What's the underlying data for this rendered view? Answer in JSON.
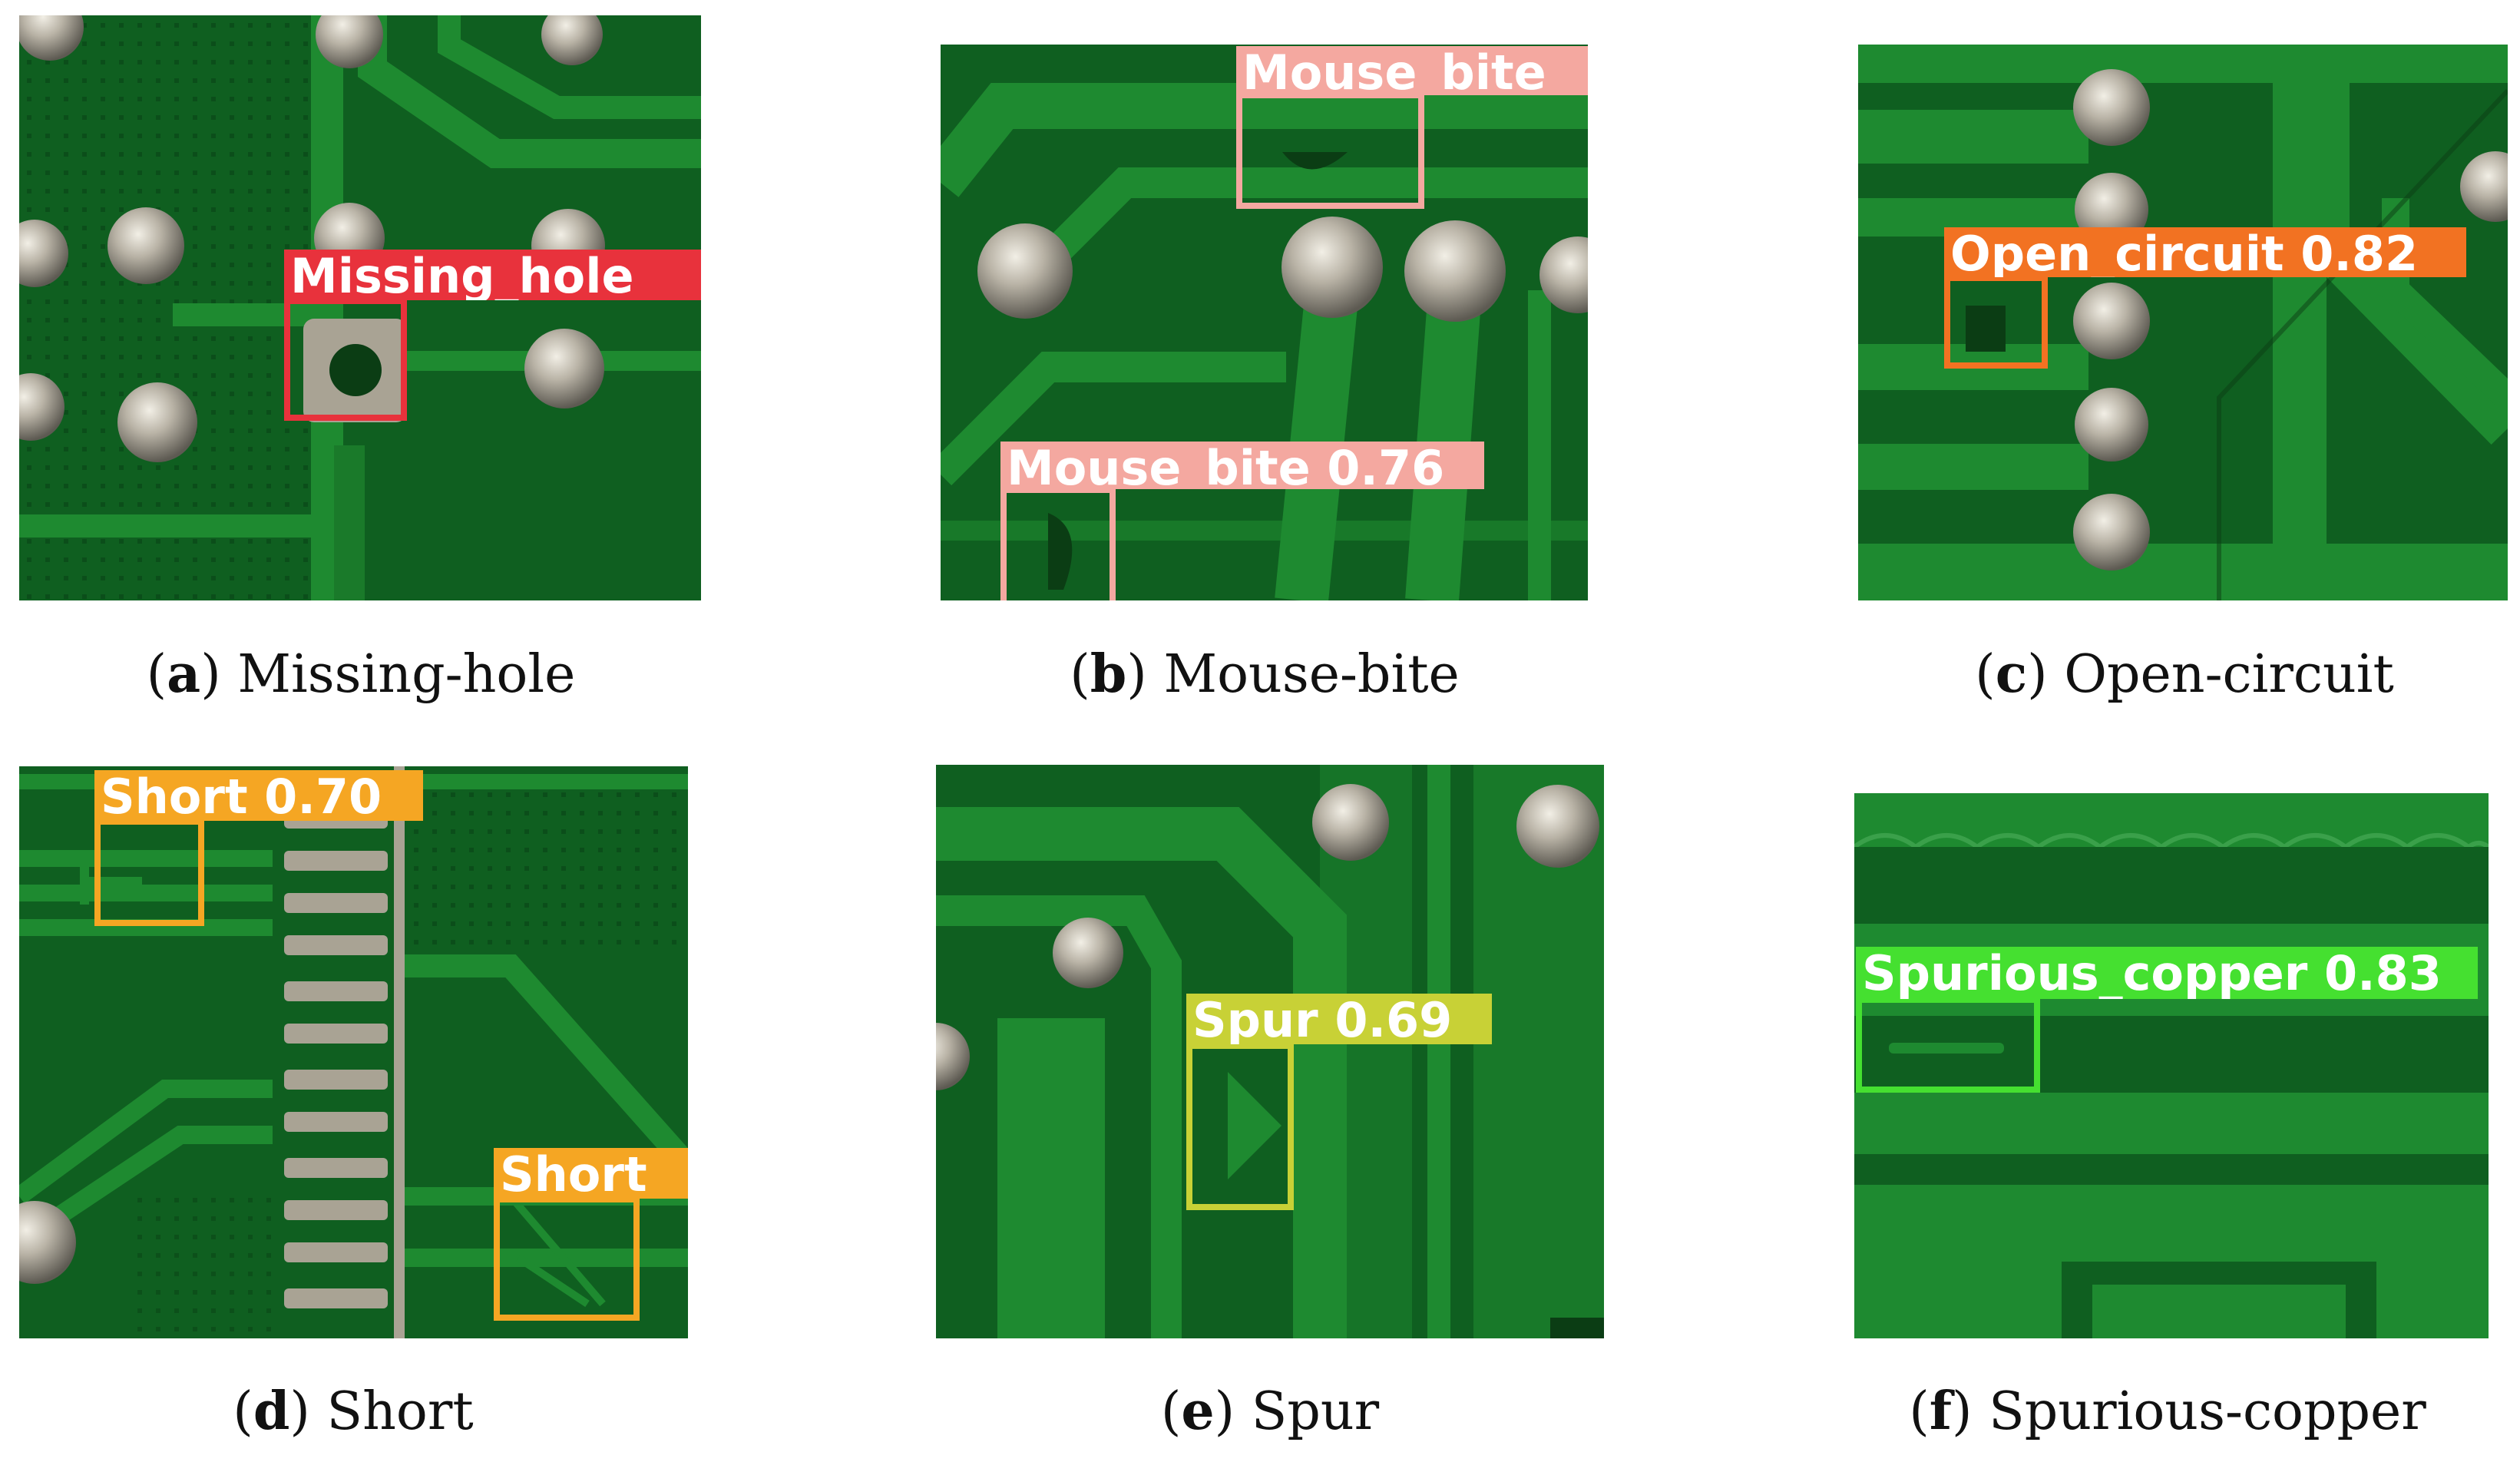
{
  "figure": {
    "panels": [
      {
        "letter": "a",
        "title": "Missing-hole",
        "detection": {
          "label": "Missing_hole",
          "color": "#e8323c"
        }
      },
      {
        "letter": "b",
        "title": "Mouse-bite",
        "detections": [
          {
            "label": "Mouse_bite",
            "color": "#f4a8a0"
          },
          {
            "label": "Mouse_bite 0.76",
            "color": "#f4a8a0"
          }
        ]
      },
      {
        "letter": "c",
        "title": "Open-circuit",
        "detection": {
          "label": "Open_circuit 0.82",
          "color": "#f27222"
        }
      },
      {
        "letter": "d",
        "title": "Short",
        "detections": [
          {
            "label": "Short 0.70",
            "color": "#f5a623"
          },
          {
            "label": "Short",
            "color": "#f5a623"
          }
        ]
      },
      {
        "letter": "e",
        "title": "Spur",
        "detection": {
          "label": "Spur 0.69",
          "color": "#c8d136"
        }
      },
      {
        "letter": "f",
        "title": "Spurious-copper",
        "detection": {
          "label": "Spurious_copper 0.83",
          "color": "#45e030"
        }
      }
    ]
  },
  "colors": {
    "board": "#0f5f20",
    "trace": "#1e8a30",
    "pad": "#b9b3a6"
  }
}
